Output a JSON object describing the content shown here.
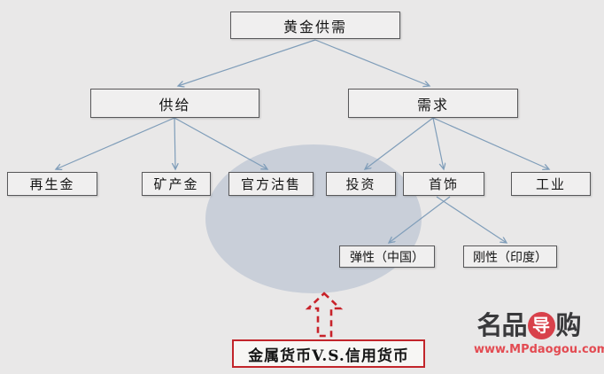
{
  "diagram": {
    "nodes": {
      "root": {
        "label": "黄金供需"
      },
      "supply": {
        "label": "供给"
      },
      "demand": {
        "label": "需求"
      },
      "recycled_gold": {
        "label": "再生金"
      },
      "mined_gold": {
        "label": "矿产金"
      },
      "official_sales": {
        "label": "官方沽售"
      },
      "investment": {
        "label": "投资"
      },
      "jewelry": {
        "label": "首饰"
      },
      "industry": {
        "label": "工业"
      },
      "elastic_china": {
        "label": "弹性（中国）"
      },
      "rigid_india": {
        "label": "刚性（印度）"
      }
    },
    "edges": [
      [
        "黄金供需",
        "供给"
      ],
      [
        "黄金供需",
        "需求"
      ],
      [
        "供给",
        "再生金"
      ],
      [
        "供给",
        "矿产金"
      ],
      [
        "供给",
        "官方沽售"
      ],
      [
        "需求",
        "投资"
      ],
      [
        "需求",
        "首饰"
      ],
      [
        "需求",
        "工业"
      ],
      [
        "首饰",
        "弹性（中国）"
      ],
      [
        "首饰",
        "刚性（印度）"
      ]
    ],
    "bottom_note": {
      "label": "金属货币V.S.信用货币"
    },
    "colors": {
      "background": "#e9e8e8",
      "box_fill": "#f0efef",
      "box_border": "#58585a",
      "arrow_blue": "#7f9db9",
      "ellipse_fill": "#c9cfd9",
      "accent_red": "#c8222a"
    }
  },
  "watermark": {
    "brand_left": "名品",
    "brand_circle": "导",
    "brand_right": "购",
    "url": "www.MPdaogou.com"
  }
}
